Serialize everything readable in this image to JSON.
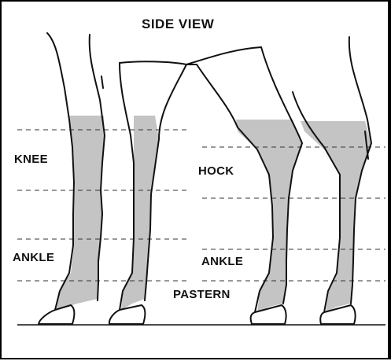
{
  "title": "SIDE VIEW",
  "labels": {
    "knee": "KNEE",
    "hock": "HOCK",
    "ankle_front": "ANKLE",
    "ankle_rear": "ANKLE",
    "pastern": "PASTERN"
  },
  "colors": {
    "shading": "#c4c4c4",
    "outline": "#111111",
    "guide_line": "#333333",
    "background": "#ffffff"
  }
}
